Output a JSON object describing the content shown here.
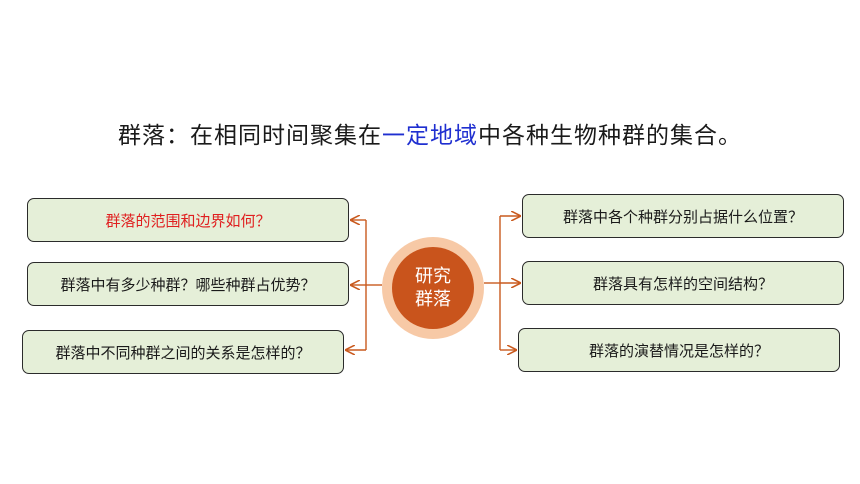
{
  "title": {
    "prefix": "群落：在相同时间聚集在",
    "highlight": "一定地域",
    "suffix": "中各种生物种群的集合。"
  },
  "center": {
    "line1": "研究",
    "line2": "群落"
  },
  "left_questions": [
    "群落的范围和边界如何？",
    "群落中有多少种群？哪些种群占优势？",
    "群落中不同种群之间的关系是怎样的？"
  ],
  "right_questions": [
    "群落中各个种群分别占据什么位置？",
    "群落具有怎样的空间结构？",
    "群落的演替情况是怎样的？"
  ],
  "colors": {
    "highlight_text": "#1f2fd0",
    "first_question_text": "#e02020",
    "box_fill": "#e5efd8",
    "center_fill": "#c9541c",
    "center_ring": "#f7c9a6",
    "connector": "#c95a1e"
  }
}
